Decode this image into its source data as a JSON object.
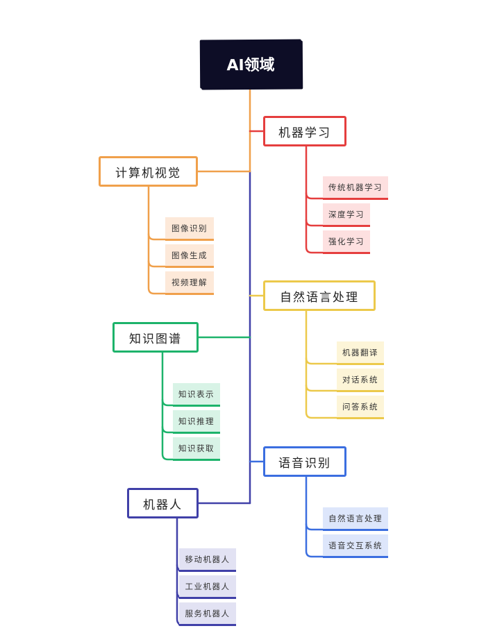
{
  "root": {
    "label": "AI领域",
    "color": "#0d0d26"
  },
  "branches": [
    {
      "key": "ml",
      "label": "机器学习",
      "color": "#e53e3e",
      "fill": "#fde0e0",
      "leaves": [
        "传统机器学习",
        "深度学习",
        "强化学习"
      ]
    },
    {
      "key": "cv",
      "label": "计算机视觉",
      "color": "#f0a04b",
      "fill": "#fde9d9",
      "leaves": [
        "图像识别",
        "图像生成",
        "视频理解"
      ]
    },
    {
      "key": "nlp",
      "label": "自然语言处理",
      "color": "#ecc94b",
      "fill": "#fdf5d8",
      "leaves": [
        "机器翻译",
        "对话系统",
        "问答系统"
      ]
    },
    {
      "key": "kg",
      "label": "知识图谱",
      "color": "#1db36b",
      "fill": "#d8f3e6",
      "leaves": [
        "知识表示",
        "知识推理",
        "知识获取"
      ]
    },
    {
      "key": "asr",
      "label": "语音识别",
      "color": "#3b6ee0",
      "fill": "#dde6fb",
      "leaves": [
        "自然语言处理",
        "语音交互系统"
      ]
    },
    {
      "key": "robot",
      "label": "机器人",
      "color": "#4040a8",
      "fill": "#e2e2f3",
      "leaves": [
        "移动机器人",
        "工业机器人",
        "服务机器人"
      ]
    }
  ]
}
